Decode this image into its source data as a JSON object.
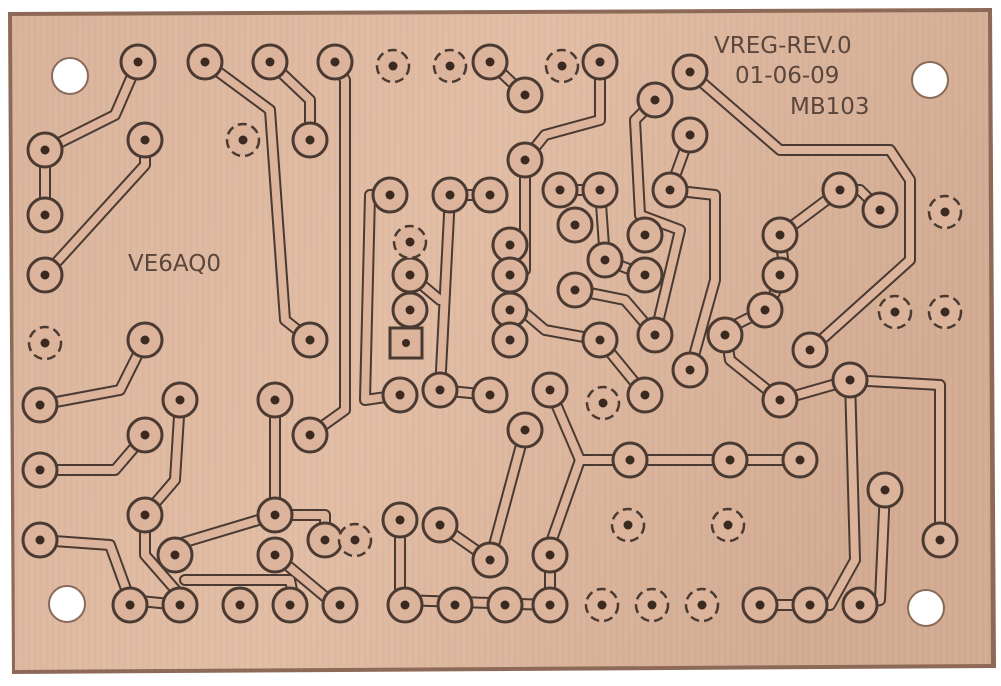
{
  "board": {
    "base_color": "#c9a28a",
    "copper_color": "#ddb59c",
    "trace_color": "#4a3a32",
    "hole_color": "#ffffff",
    "background_color": "#ffffff"
  },
  "labels": {
    "title": "VREG-REV.0",
    "date": "01-06-09",
    "part": "MB103",
    "callsign": "VE6AQ0"
  }
}
